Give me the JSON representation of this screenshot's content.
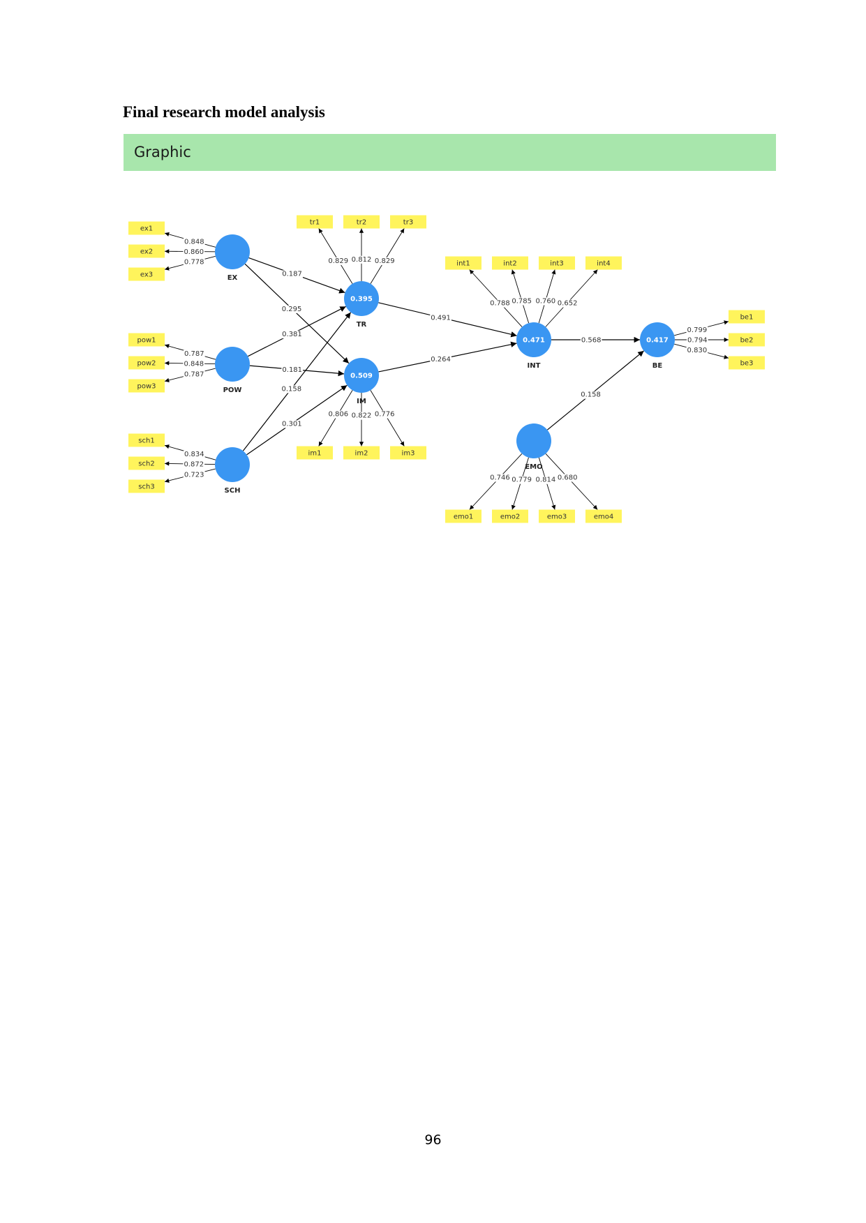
{
  "page": {
    "heading": "Final research model analysis",
    "section_label": "Graphic",
    "page_number": "96"
  },
  "colors": {
    "latent_fill": "#3a96f2",
    "indicator_fill": "#fff45c",
    "section_bar": "#a8e6ac",
    "arrow": "#000000"
  },
  "diagram": {
    "latents": [
      {
        "id": "EX",
        "label": "EX",
        "value": ""
      },
      {
        "id": "POW",
        "label": "POW",
        "value": ""
      },
      {
        "id": "SCH",
        "label": "SCH",
        "value": ""
      },
      {
        "id": "TR",
        "label": "TR",
        "value": "0.395"
      },
      {
        "id": "IM",
        "label": "IM",
        "value": "0.509"
      },
      {
        "id": "INT",
        "label": "INT",
        "value": "0.471"
      },
      {
        "id": "BE",
        "label": "BE",
        "value": "0.417"
      },
      {
        "id": "EMO",
        "label": "EMO",
        "value": ""
      }
    ],
    "indicators": [
      {
        "id": "ex1",
        "label": "ex1",
        "latent": "EX",
        "loading": "0.848"
      },
      {
        "id": "ex2",
        "label": "ex2",
        "latent": "EX",
        "loading": "0.860"
      },
      {
        "id": "ex3",
        "label": "ex3",
        "latent": "EX",
        "loading": "0.778"
      },
      {
        "id": "pow1",
        "label": "pow1",
        "latent": "POW",
        "loading": "0.787"
      },
      {
        "id": "pow2",
        "label": "pow2",
        "latent": "POW",
        "loading": "0.848"
      },
      {
        "id": "pow3",
        "label": "pow3",
        "latent": "POW",
        "loading": "0.787"
      },
      {
        "id": "sch1",
        "label": "sch1",
        "latent": "SCH",
        "loading": "0.834"
      },
      {
        "id": "sch2",
        "label": "sch2",
        "latent": "SCH",
        "loading": "0.872"
      },
      {
        "id": "sch3",
        "label": "sch3",
        "latent": "SCH",
        "loading": "0.723"
      },
      {
        "id": "tr1",
        "label": "tr1",
        "latent": "TR",
        "loading": "0.829"
      },
      {
        "id": "tr2",
        "label": "tr2",
        "latent": "TR",
        "loading": "0.812"
      },
      {
        "id": "tr3",
        "label": "tr3",
        "latent": "TR",
        "loading": "0.829"
      },
      {
        "id": "im1",
        "label": "im1",
        "latent": "IM",
        "loading": "0.806"
      },
      {
        "id": "im2",
        "label": "im2",
        "latent": "IM",
        "loading": "0.822"
      },
      {
        "id": "im3",
        "label": "im3",
        "latent": "IM",
        "loading": "0.776"
      },
      {
        "id": "int1",
        "label": "int1",
        "latent": "INT",
        "loading": "0.788"
      },
      {
        "id": "int2",
        "label": "int2",
        "latent": "INT",
        "loading": "0.785"
      },
      {
        "id": "int3",
        "label": "int3",
        "latent": "INT",
        "loading": "0.760"
      },
      {
        "id": "int4",
        "label": "int4",
        "latent": "INT",
        "loading": "0.652"
      },
      {
        "id": "be1",
        "label": "be1",
        "latent": "BE",
        "loading": "0.799"
      },
      {
        "id": "be2",
        "label": "be2",
        "latent": "BE",
        "loading": "0.794"
      },
      {
        "id": "be3",
        "label": "be3",
        "latent": "BE",
        "loading": "0.830"
      },
      {
        "id": "emo1",
        "label": "emo1",
        "latent": "EMO",
        "loading": "0.746"
      },
      {
        "id": "emo2",
        "label": "emo2",
        "latent": "EMO",
        "loading": "0.779"
      },
      {
        "id": "emo3",
        "label": "emo3",
        "latent": "EMO",
        "loading": "0.814"
      },
      {
        "id": "emo4",
        "label": "emo4",
        "latent": "EMO",
        "loading": "0.680"
      }
    ],
    "paths": [
      {
        "from": "EX",
        "to": "TR",
        "coef": "0.187"
      },
      {
        "from": "EX",
        "to": "IM",
        "coef": "0.295"
      },
      {
        "from": "POW",
        "to": "TR",
        "coef": "0.381"
      },
      {
        "from": "POW",
        "to": "IM",
        "coef": "0.181"
      },
      {
        "from": "SCH",
        "to": "TR",
        "coef": "0.158"
      },
      {
        "from": "SCH",
        "to": "IM",
        "coef": "0.301"
      },
      {
        "from": "TR",
        "to": "INT",
        "coef": "0.491"
      },
      {
        "from": "IM",
        "to": "INT",
        "coef": "0.264"
      },
      {
        "from": "INT",
        "to": "BE",
        "coef": "0.568"
      },
      {
        "from": "EMO",
        "to": "BE",
        "coef": "0.158"
      }
    ]
  }
}
